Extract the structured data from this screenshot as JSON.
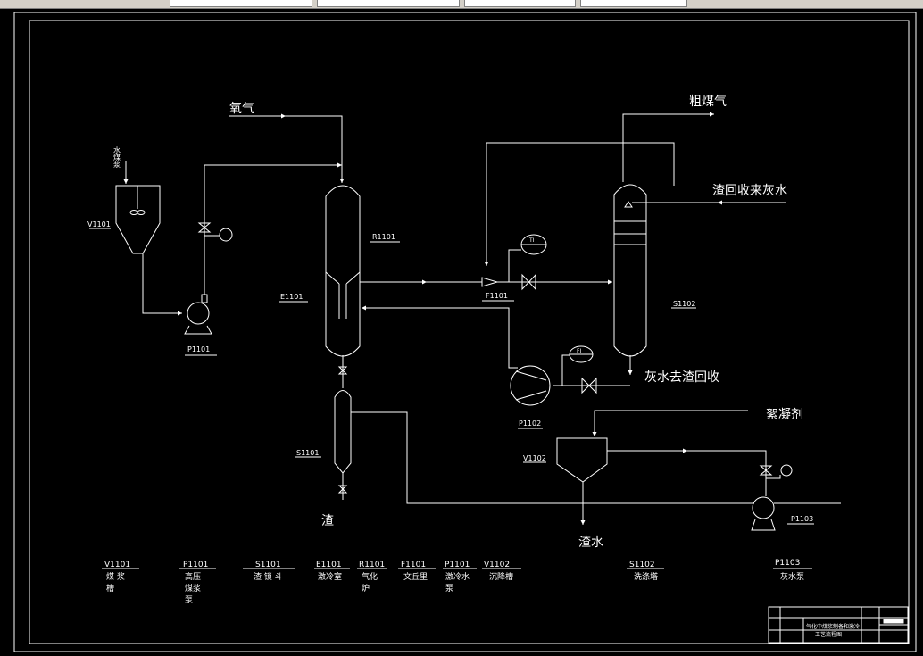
{
  "colors": {
    "background": "#000000",
    "line": "#ffffff",
    "toolbar": "#d4d0c8"
  },
  "streams": {
    "oxygen": "氧气",
    "coal_slurry": "水煤浆",
    "raw_gas": "粗煤气",
    "return_grey_water": "渣回收来灰水",
    "grey_water_out": "灰水去渣回收",
    "flocculant": "絮凝剂",
    "slag": "渣",
    "slag_water": "渣水"
  },
  "tags": {
    "v1101": "V1101",
    "p1101": "P1101",
    "r1101": "R1101",
    "e1101": "E1101",
    "s1101": "S1101",
    "f1101": "F1101",
    "s1102": "S1102",
    "p1102": "P1102",
    "v1102": "V1102",
    "p1103": "P1103"
  },
  "instruments": {
    "ti": "TI",
    "fi": "FI"
  },
  "legend": [
    {
      "tag": "V1101",
      "name": [
        "煤 浆",
        "槽"
      ]
    },
    {
      "tag": "P1101",
      "name": [
        "高压",
        "煤浆",
        "泵"
      ]
    },
    {
      "tag": "S1101",
      "name": [
        "渣 锁 斗"
      ]
    },
    {
      "tag": "E1101",
      "name": [
        "激冷室"
      ]
    },
    {
      "tag": "R1101",
      "name": [
        "气化",
        "炉"
      ]
    },
    {
      "tag": "F1101",
      "name": [
        "文丘里"
      ]
    },
    {
      "tag": "P1101",
      "name": [
        "激冷水",
        "泵"
      ]
    },
    {
      "tag": "V1102",
      "name": [
        "沉降槽"
      ]
    },
    {
      "tag": "S1102",
      "name": [
        "洗涤塔"
      ]
    },
    {
      "tag": "P1103",
      "name": [
        "灰水泵"
      ]
    }
  ],
  "title_block": {
    "title": "气化中煤浆制备和激冷",
    "subtitle": "工艺流程图"
  }
}
